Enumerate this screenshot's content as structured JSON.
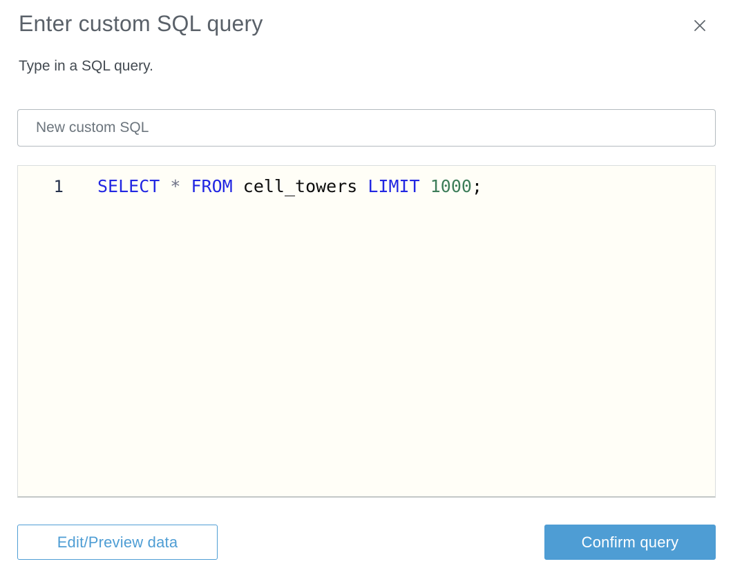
{
  "dialog": {
    "title": "Enter custom SQL query",
    "subtitle": "Type in a SQL query."
  },
  "name_input": {
    "value": "New custom SQL"
  },
  "editor": {
    "line_number": "1",
    "query_full": "SELECT * FROM cell_towers LIMIT 1000;",
    "tokens": [
      {
        "text": "SELECT",
        "type": "keyword"
      },
      {
        "text": " ",
        "type": "plain"
      },
      {
        "text": "*",
        "type": "operator"
      },
      {
        "text": " ",
        "type": "plain"
      },
      {
        "text": "FROM",
        "type": "keyword"
      },
      {
        "text": " cell_towers ",
        "type": "plain"
      },
      {
        "text": "LIMIT",
        "type": "keyword"
      },
      {
        "text": " ",
        "type": "plain"
      },
      {
        "text": "1000",
        "type": "number"
      },
      {
        "text": ";",
        "type": "plain"
      }
    ]
  },
  "footer": {
    "edit_preview_label": "Edit/Preview data",
    "confirm_label": "Confirm query"
  },
  "colors": {
    "accent-blue": "#4e9dd4",
    "title-gray": "#5a6169",
    "text-dark": "#434a51",
    "input-text": "#6c757d",
    "keyword": "#2227e2",
    "operator": "#6e7287",
    "number": "#3d7d59",
    "code-text": "#0d0d0d",
    "line-number": "#24304a",
    "editor-bg": "#fffef7"
  }
}
